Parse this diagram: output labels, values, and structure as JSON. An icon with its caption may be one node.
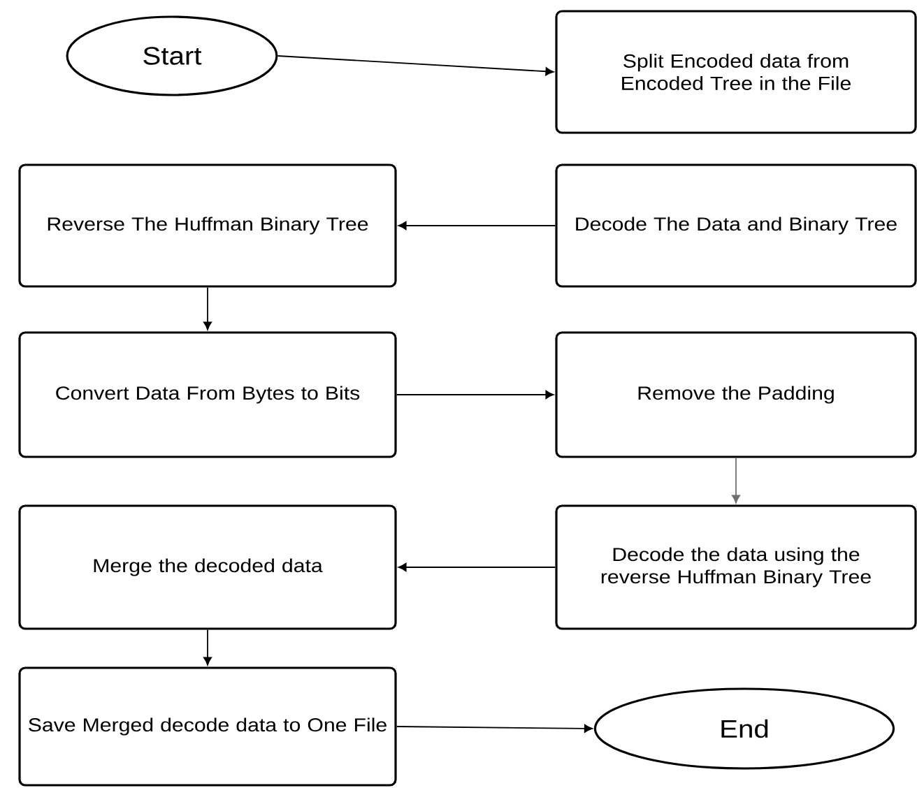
{
  "diagram": {
    "nodes": [
      {
        "text": [
          "Start"
        ]
      },
      {
        "text": [
          "Split Encoded data from Encoded Tree in the File"
        ]
      },
      {
        "text": [
          "Decode The Data and Binary Tree"
        ]
      },
      {
        "text": [
          "Reverse The Huffman Binary Tree"
        ]
      },
      {
        "text": [
          "Convert Data From Bytes to Bits"
        ]
      },
      {
        "text": [
          "Remove the Padding"
        ]
      },
      {
        "text": [
          "Decode the data using the reverse Huffman Binary Tree"
        ]
      },
      {
        "text": [
          "Merge the decoded data"
        ]
      },
      {
        "text": [
          "Save Merged decode data to One File"
        ]
      },
      {
        "text": [
          "End"
        ]
      }
    ],
    "edges": [
      {
        "from": 0,
        "to": 1,
        "arrow": "to"
      },
      {
        "from": 2,
        "to": 3,
        "arrow": "to"
      },
      {
        "from": 3,
        "to": 4,
        "arrow": "to"
      },
      {
        "from": 4,
        "to": 5,
        "arrow": "to"
      },
      {
        "from": 5,
        "to": 6,
        "arrow": "to",
        "color": "#707070"
      },
      {
        "from": 6,
        "to": 7,
        "arrow": "to"
      },
      {
        "from": 7,
        "to": 8,
        "arrow": "to"
      },
      {
        "from": 8,
        "to": 9,
        "arrow": "to"
      }
    ]
  }
}
